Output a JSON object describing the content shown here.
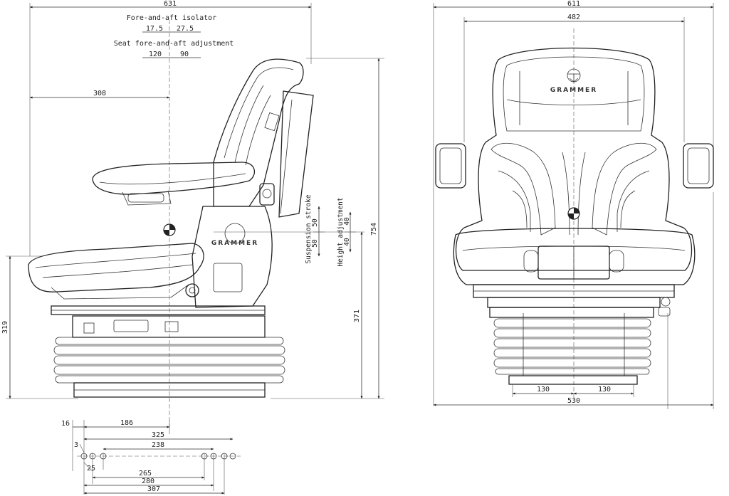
{
  "brand": {
    "logo_text": "GRAMMER",
    "side_logo_text": "GRAMMER"
  },
  "side_view": {
    "overall_width": "631",
    "isolator_title": "Fore-and-aft isolator",
    "isolator_left": "17.5",
    "isolator_right": "27.5",
    "adjust_title": "Seat fore-and-aft adjustment",
    "adjust_left": "120",
    "adjust_right": "90",
    "backrest_offset": "308",
    "overall_height": "754",
    "base_height": "319",
    "lower_height": "371",
    "suspension_label": "Suspension stroke",
    "suspension_up": "50",
    "suspension_down": "50",
    "height_label": "Height adjustment",
    "height_up": "40",
    "height_down": "40"
  },
  "mount_view": {
    "offset_small": "16",
    "offset_center": "186",
    "dim_325": "325",
    "dim_238": "238",
    "dim_3": "3",
    "dim_25": "25",
    "dim_265": "265",
    "dim_280": "280",
    "dim_307": "307"
  },
  "front_view": {
    "overall_width": "611",
    "back_width": "482",
    "base_left": "130",
    "base_right": "130",
    "base_width": "530"
  }
}
